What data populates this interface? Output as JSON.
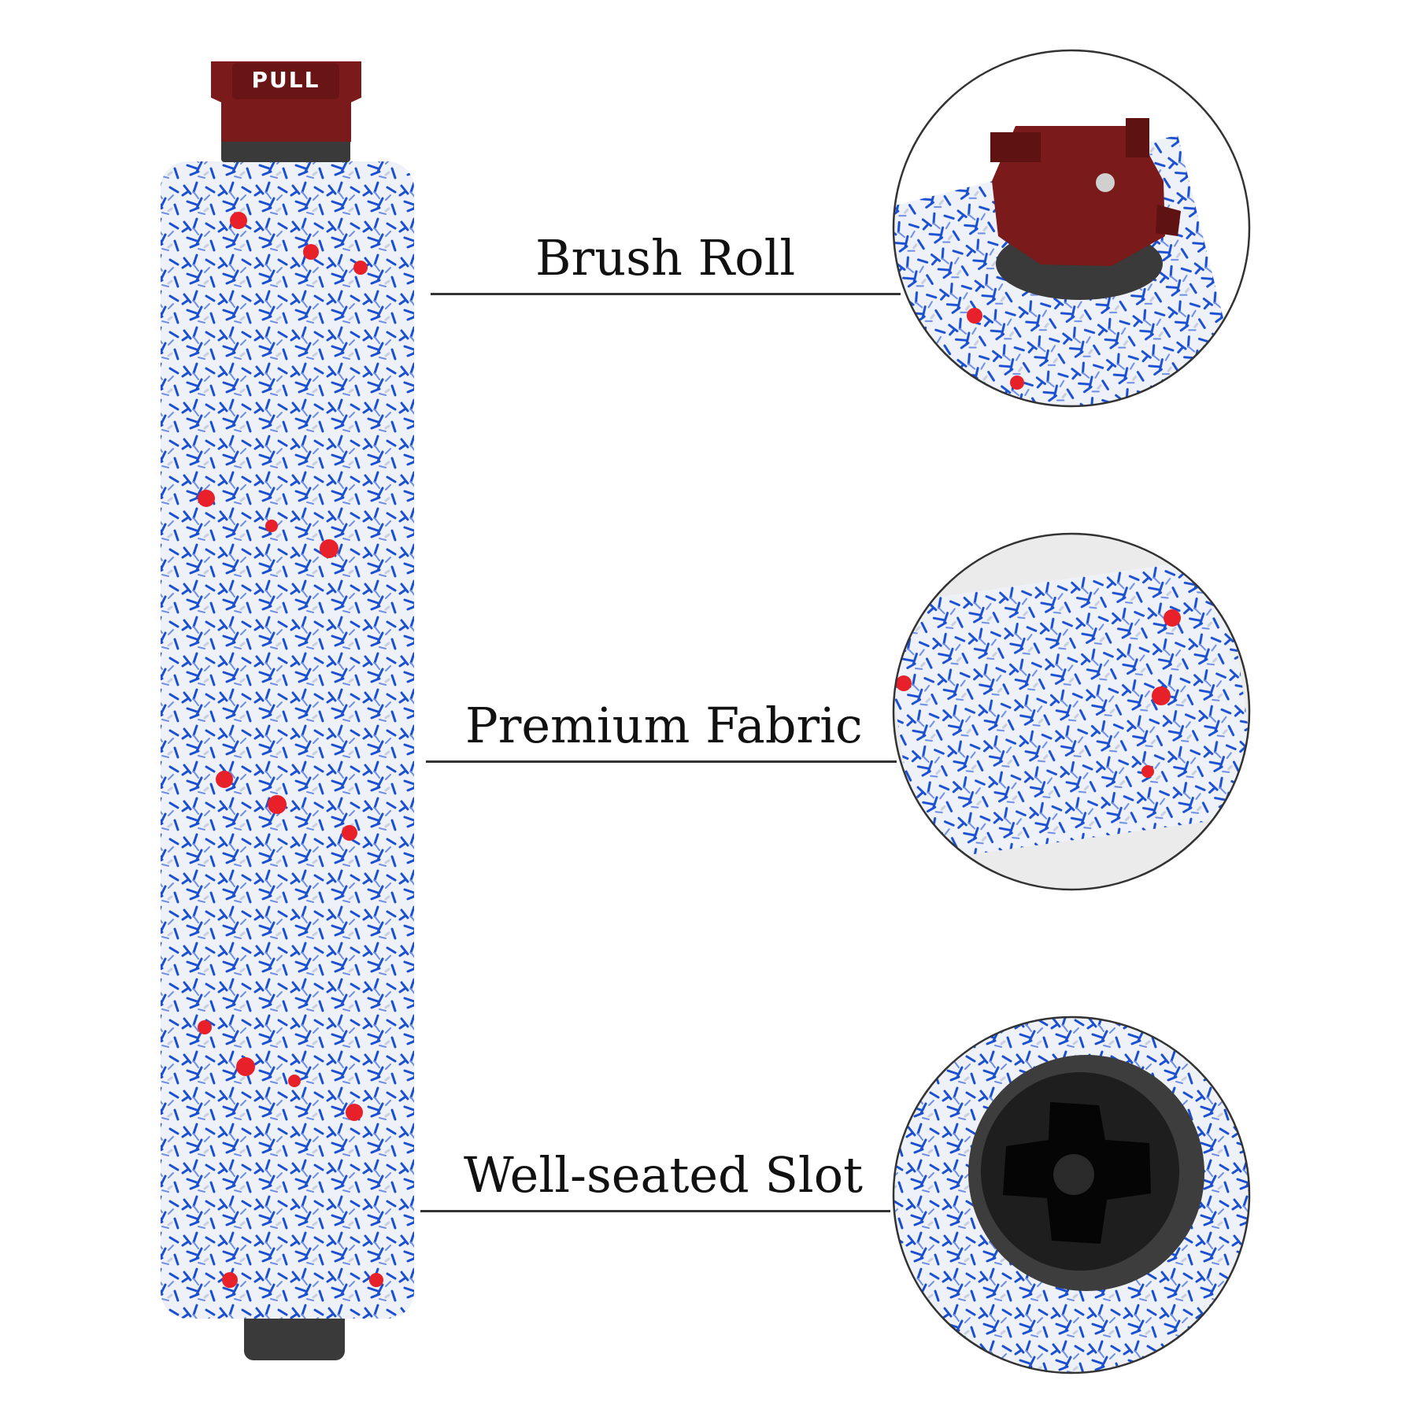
{
  "product": {
    "cap_text": "PULL"
  },
  "callouts": [
    {
      "label": "Brush Roll"
    },
    {
      "label": "Premium Fabric"
    },
    {
      "label": "Well-seated Slot"
    }
  ],
  "colors": {
    "background": "#ffffff",
    "fabric_white": "#eef1f7",
    "fabric_blue": "#1a4fd1",
    "fabric_red": "#e8202a",
    "cap_maroon": "#7a1a1a",
    "endcap_gray": "#3a3a3a",
    "line": "#333333"
  }
}
